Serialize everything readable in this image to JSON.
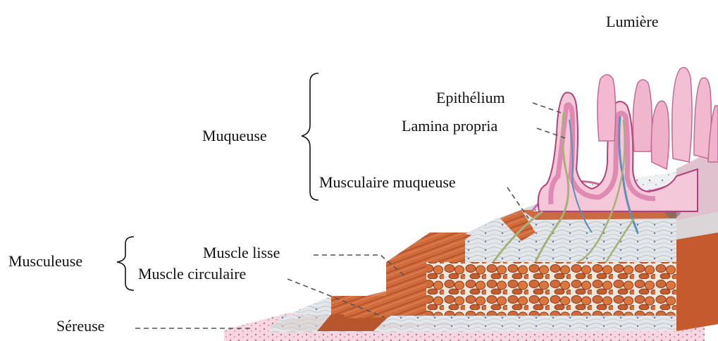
{
  "labels": {
    "lumen": "Lumière",
    "mucosa": "Muqueuse",
    "epithelium": "Epithélium",
    "lamina_propria": "Lamina propria",
    "muscularis_mucosae": "Musculaire muqueuse",
    "muscularis": "Musculeuse",
    "smooth_muscle": "Muscle lisse",
    "circular_muscle": "Muscle circulaire",
    "serosa": "Séreuse"
  },
  "colors": {
    "villus_fill": "#f2b9d0",
    "villus_edge": "#b3417a",
    "epithelium_band": "#d97aa8",
    "lamina_propria": "#e9edf0",
    "muscle": "#cf6a3a",
    "muscle_dark": "#8e3a1a",
    "muscle_light": "#e7925e",
    "submucosa": "#d9dde2",
    "serosa": "#f1c8d6",
    "vessel_blue": "#5f8fb5",
    "nerve_green": "#a7b07a",
    "leader_line": "#555555"
  }
}
